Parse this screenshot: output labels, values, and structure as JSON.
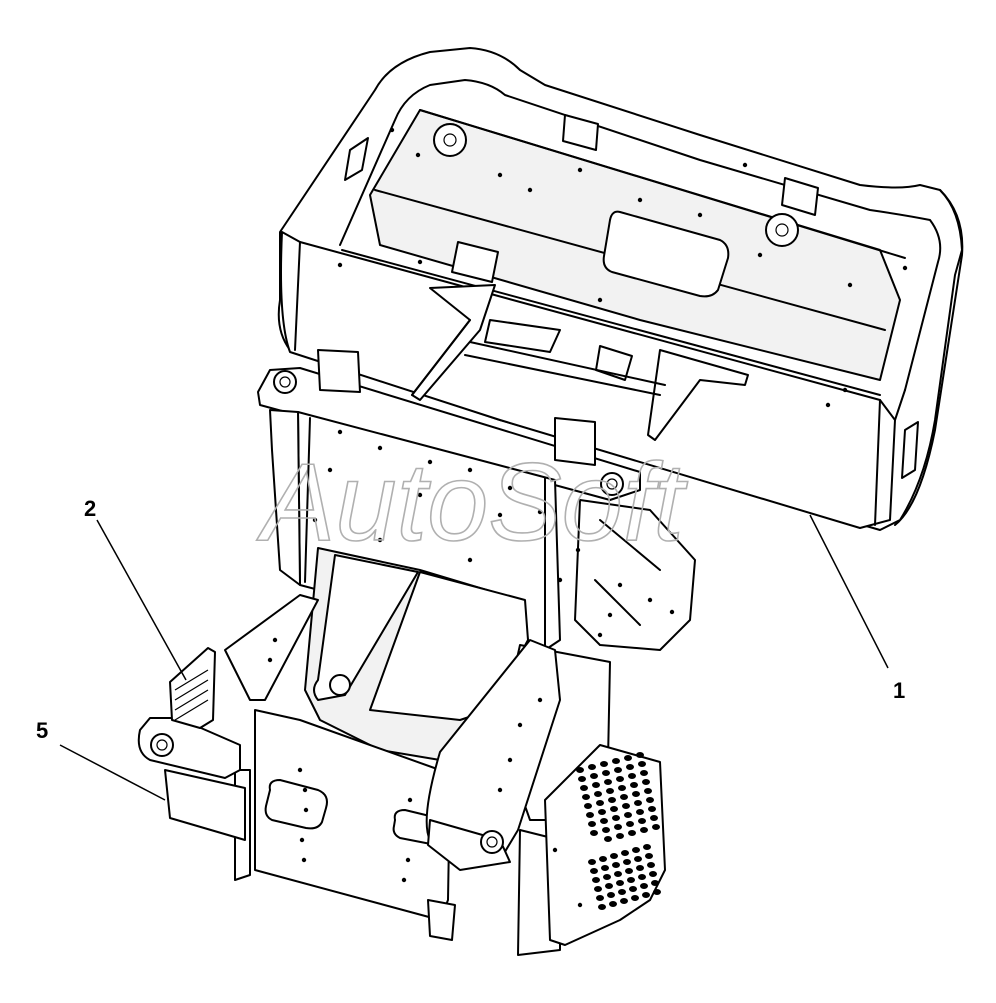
{
  "diagram": {
    "watermark": "AutoSoft",
    "callouts": [
      {
        "id": "1",
        "label": "1"
      },
      {
        "id": "2",
        "label": "2"
      },
      {
        "id": "5",
        "label": "5"
      }
    ]
  }
}
